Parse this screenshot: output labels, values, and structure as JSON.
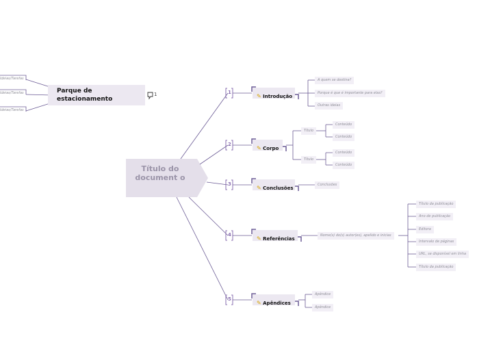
{
  "central": {
    "title": "Título do document o"
  },
  "parking": {
    "title": "Parque de estacionamento",
    "comment_count": "1",
    "ideas": [
      "Ideias/Tarefas",
      "Ideias/Tarefas",
      "Ideias/Tarefas"
    ]
  },
  "branches": [
    {
      "number": "1",
      "label": "Introdução",
      "children": [
        "A quem se destina?",
        "Porque é que é importante para elas?",
        "Outras ideias"
      ]
    },
    {
      "number": "2",
      "label": "Corpo",
      "groups": [
        {
          "label": "Título",
          "children": [
            "Conteúdo",
            "Conteúdo"
          ]
        },
        {
          "label": "Título",
          "children": [
            "Conteúdo",
            "Conteúdo"
          ]
        }
      ]
    },
    {
      "number": "3",
      "label": "Conclusões",
      "children": [
        "Conclusões"
      ]
    },
    {
      "number": "4",
      "label": "Referências",
      "reference": "Nome(s) do(s) autor(es), apelido e inicias",
      "children": [
        "Título da publicação",
        "Ano de publicação",
        "Editora",
        "Intervalo de páginas",
        "URL, se disponível em linha",
        "Título da publicação"
      ]
    },
    {
      "number": "5",
      "label": "Apêndices",
      "children": [
        "Apêndice",
        "Apêndice"
      ]
    }
  ],
  "colors": {
    "line": "#6b5b95",
    "bracket": "#8a6fb0",
    "node_fill": "#ece8f1",
    "central_fill": "#e4dfea"
  }
}
